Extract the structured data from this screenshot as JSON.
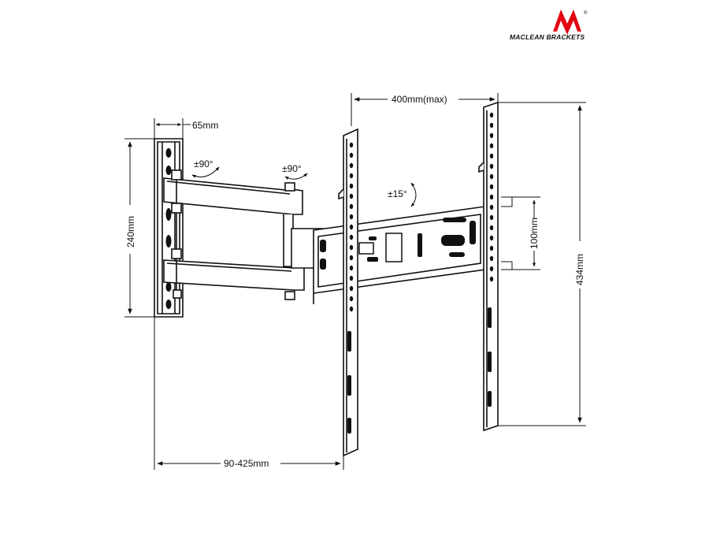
{
  "brand": {
    "name": "MACLEAN BRACKETS",
    "logo_color": "#e30613"
  },
  "dimensions": {
    "wall_plate_depth": "65mm",
    "wall_plate_height": "240mm",
    "max_vesa_width": "400mm(max)",
    "vertical_spacing": "100mm",
    "total_height": "434mm",
    "extension_range": "90-425mm"
  },
  "angles": {
    "wall_swivel": "±90°",
    "arm_swivel": "±90°",
    "tilt": "±15°"
  }
}
